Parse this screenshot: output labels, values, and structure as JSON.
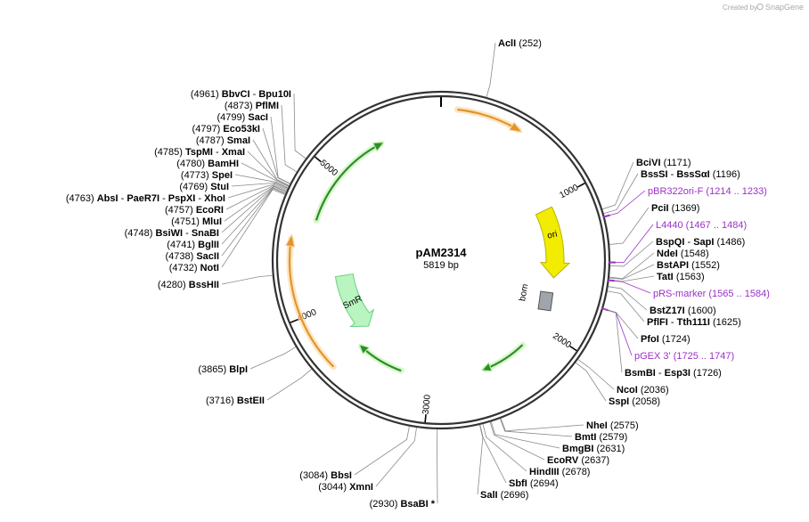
{
  "credit": {
    "prefix": "Created by",
    "brand": "SnapGene"
  },
  "plasmid": {
    "name": "pAM2314",
    "length_label": "5819 bp",
    "length": 5819
  },
  "ticks": [
    {
      "pos": 1000,
      "label": "1000"
    },
    {
      "pos": 2000,
      "label": "2000"
    },
    {
      "pos": 3000,
      "label": "3000"
    },
    {
      "pos": 4000,
      "label": "4000"
    },
    {
      "pos": 5000,
      "label": "5000"
    }
  ],
  "colors": {
    "backbone": "#333333",
    "orange_arrow": "#e3932f",
    "green_arrow": "#2e8b2e",
    "ori": "#f2ec00",
    "smr": "#b8f5c0",
    "bom": "#a0a4ab",
    "primer": "#9b30c8",
    "leader": "#8a8a8a"
  },
  "features": [
    {
      "name": "orange-arrow-top",
      "type": "orange",
      "start": 100,
      "end": 520
    },
    {
      "name": "ori",
      "type": "ori",
      "label": "ori",
      "start": 1040,
      "end": 1600
    },
    {
      "name": "bom",
      "type": "bom",
      "label": "bom",
      "start": 1760,
      "end": 1840
    },
    {
      "name": "green-arrow-right",
      "type": "green",
      "start": 2200,
      "end": 2580
    },
    {
      "name": "green-arrow-bottom",
      "type": "green",
      "start": 3230,
      "end": 3620
    },
    {
      "name": "smr",
      "type": "smr",
      "label": "SmR",
      "start": 3680,
      "end": 4220
    },
    {
      "name": "orange-arrow-left",
      "type": "orange",
      "start": 3640,
      "end": 4520
    },
    {
      "name": "green-arrow-top-left",
      "type": "green",
      "start": 4650,
      "end": 5400
    }
  ],
  "right_sites": [
    {
      "tick": 252,
      "name": "AclI",
      "coord": "(252)",
      "kind": "site"
    },
    {
      "tick": 1171,
      "name": "BciVI",
      "coord": "(1171)",
      "kind": "site"
    },
    {
      "tick": 1196,
      "name": "BssSI",
      "extra": "BssSαI",
      "coord": "(1196)",
      "kind": "site"
    },
    {
      "tick": 1214,
      "name": "pBR322ori-F",
      "coord": "(1214 .. 1233)",
      "kind": "primer"
    },
    {
      "tick": 1369,
      "name": "PciI",
      "coord": "(1369)",
      "kind": "site"
    },
    {
      "tick": 1467,
      "name": "L4440",
      "coord": "(1467 .. 1484)",
      "kind": "primer"
    },
    {
      "tick": 1486,
      "name": "BspQI",
      "extra": "SapI",
      "coord": "(1486)",
      "kind": "site"
    },
    {
      "tick": 1548,
      "name": "NdeI",
      "coord": "(1548)",
      "kind": "site"
    },
    {
      "tick": 1552,
      "name": "BstAPI",
      "coord": "(1552)",
      "kind": "site"
    },
    {
      "tick": 1563,
      "name": "TatI",
      "coord": "(1563)",
      "kind": "site"
    },
    {
      "tick": 1565,
      "name": "pRS-marker",
      "coord": "(1565 .. 1584)",
      "kind": "primer"
    },
    {
      "tick": 1600,
      "name": "BstZ17I",
      "coord": "(1600)",
      "kind": "site"
    },
    {
      "tick": 1625,
      "name": "PflFI",
      "extra": "Tth111I",
      "coord": "(1625)",
      "kind": "site"
    },
    {
      "tick": 1724,
      "name": "PfoI",
      "coord": "(1724)",
      "kind": "site"
    },
    {
      "tick": 1725,
      "name": "pGEX 3'",
      "coord": "(1725 .. 1747)",
      "kind": "primer"
    },
    {
      "tick": 1726,
      "name": "BsmBI",
      "extra": "Esp3I",
      "coord": "(1726)",
      "kind": "site"
    },
    {
      "tick": 2036,
      "name": "NcoI",
      "coord": "(2036)",
      "kind": "site"
    },
    {
      "tick": 2058,
      "name": "SspI",
      "coord": "(2058)",
      "kind": "site"
    },
    {
      "tick": 2575,
      "name": "NheI",
      "coord": "(2575)",
      "kind": "site"
    },
    {
      "tick": 2579,
      "name": "BmtI",
      "coord": "(2579)",
      "kind": "site"
    },
    {
      "tick": 2631,
      "name": "BmgBI",
      "coord": "(2631)",
      "kind": "site"
    },
    {
      "tick": 2637,
      "name": "EcoRV",
      "coord": "(2637)",
      "kind": "site"
    },
    {
      "tick": 2678,
      "name": "HindIII",
      "coord": "(2678)",
      "kind": "site"
    },
    {
      "tick": 2694,
      "name": "SbfI",
      "coord": "(2694)",
      "kind": "site"
    },
    {
      "tick": 2696,
      "name": "SalI",
      "coord": "(2696)",
      "kind": "site"
    }
  ],
  "left_sites": [
    {
      "tick": 2930,
      "name": "BsaBI *",
      "coord": "(2930)",
      "kind": "site"
    },
    {
      "tick": 3044,
      "name": "XmnI",
      "coord": "(3044)",
      "kind": "site"
    },
    {
      "tick": 3084,
      "name": "BbsI",
      "coord": "(3084)",
      "kind": "site"
    },
    {
      "tick": 3716,
      "name": "BstEII",
      "coord": "(3716)",
      "kind": "site"
    },
    {
      "tick": 3865,
      "name": "BlpI",
      "coord": "(3865)",
      "kind": "site"
    },
    {
      "tick": 4280,
      "name": "BssHII",
      "coord": "(4280)",
      "kind": "site"
    },
    {
      "tick": 4732,
      "name": "NotI",
      "coord": "(4732)",
      "kind": "site"
    },
    {
      "tick": 4738,
      "name": "SacII",
      "coord": "(4738)",
      "kind": "site"
    },
    {
      "tick": 4741,
      "name": "BglII",
      "coord": "(4741)",
      "kind": "site"
    },
    {
      "tick": 4748,
      "name": "BsiWI",
      "extra": "SnaBI",
      "coord": "(4748)",
      "kind": "site"
    },
    {
      "tick": 4751,
      "name": "MluI",
      "coord": "(4751)",
      "kind": "site"
    },
    {
      "tick": 4757,
      "name": "EcoRI",
      "coord": "(4757)",
      "kind": "site"
    },
    {
      "tick": 4763,
      "name": "AbsI",
      "extra": "PaeR7I",
      "extra2": "PspXI",
      "extra3": "XhoI",
      "coord": "(4763)",
      "kind": "site"
    },
    {
      "tick": 4769,
      "name": "StuI",
      "coord": "(4769)",
      "kind": "site"
    },
    {
      "tick": 4773,
      "name": "SpeI",
      "coord": "(4773)",
      "kind": "site"
    },
    {
      "tick": 4780,
      "name": "BamHI",
      "coord": "(4780)",
      "kind": "site"
    },
    {
      "tick": 4785,
      "name": "TspMI",
      "extra": "XmaI",
      "coord": "(4785)",
      "kind": "site"
    },
    {
      "tick": 4787,
      "name": "SmaI",
      "coord": "(4787)",
      "kind": "site"
    },
    {
      "tick": 4797,
      "name": "Eco53kI",
      "coord": "(4797)",
      "kind": "site"
    },
    {
      "tick": 4799,
      "name": "SacI",
      "coord": "(4799)",
      "kind": "site"
    },
    {
      "tick": 4873,
      "name": "PflMI",
      "coord": "(4873)",
      "kind": "site"
    },
    {
      "tick": 4961,
      "name": "BbvCI",
      "extra": "Bpu10I",
      "coord": "(4961)",
      "kind": "site"
    }
  ]
}
